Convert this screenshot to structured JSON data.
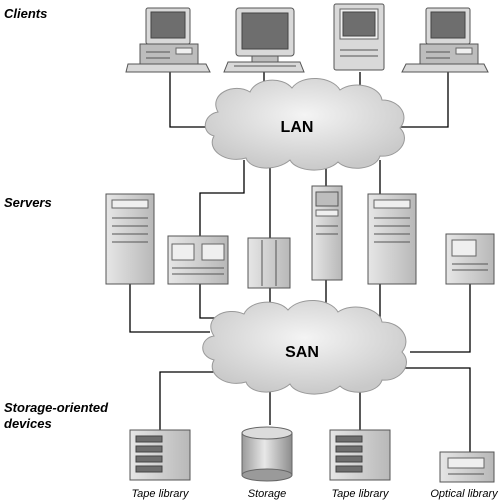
{
  "labels": {
    "clients": "Clients",
    "servers": "Servers",
    "storage_line1": "Storage-oriented",
    "storage_line2": "devices"
  },
  "clouds": {
    "lan": "LAN",
    "san": "SAN"
  },
  "devices": {
    "captions": [
      "Tape library",
      "Storage",
      "Tape library",
      "Optical library"
    ]
  }
}
